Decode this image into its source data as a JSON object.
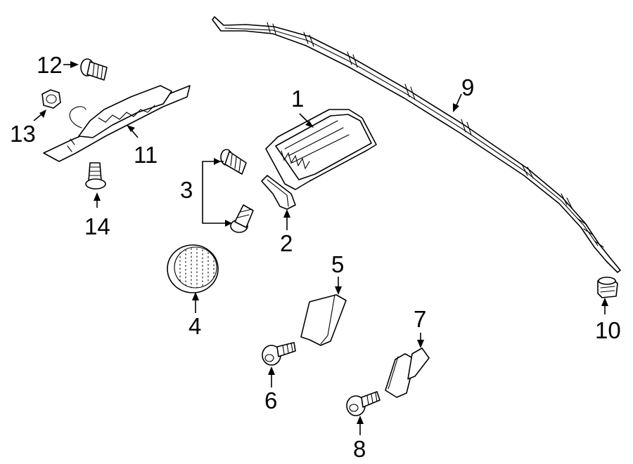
{
  "diagram": {
    "callouts": [
      {
        "id": "c1",
        "label": "1"
      },
      {
        "id": "c2",
        "label": "2"
      },
      {
        "id": "c3",
        "label": "3"
      },
      {
        "id": "c4",
        "label": "4"
      },
      {
        "id": "c5",
        "label": "5"
      },
      {
        "id": "c6",
        "label": "6"
      },
      {
        "id": "c7",
        "label": "7"
      },
      {
        "id": "c8",
        "label": "8"
      },
      {
        "id": "c9",
        "label": "9"
      },
      {
        "id": "c10",
        "label": "10"
      },
      {
        "id": "c11",
        "label": "11"
      },
      {
        "id": "c12",
        "label": "12"
      },
      {
        "id": "c13",
        "label": "13"
      },
      {
        "id": "c14",
        "label": "14"
      }
    ],
    "line_color": "#000000",
    "background": "#ffffff"
  }
}
